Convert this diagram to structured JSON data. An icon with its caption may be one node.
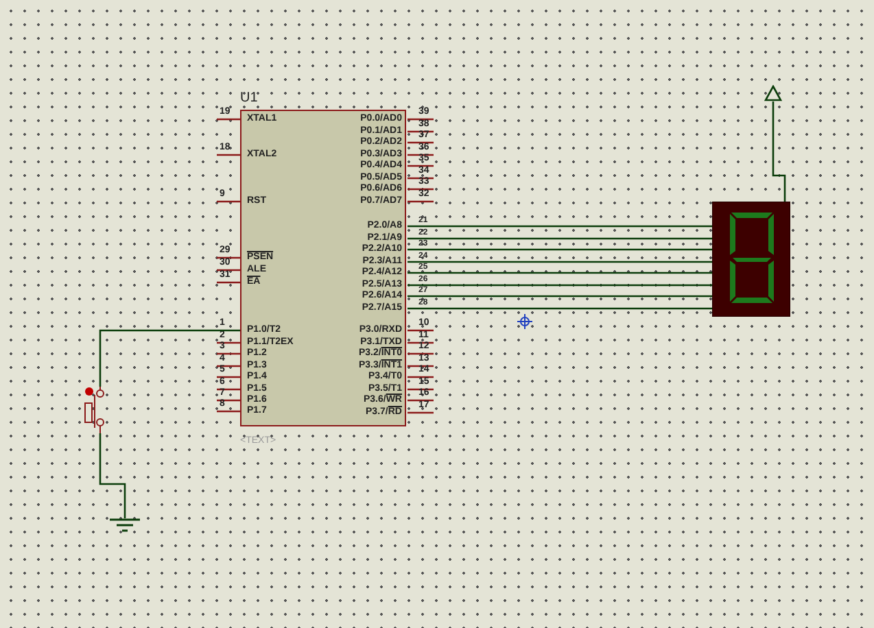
{
  "diagram": {
    "nodes": [
      {
        "text": [
          "U1"
        ]
      },
      {
        "text": [],
        "shape": "picture"
      },
      {
        "text": [],
        "shape": "picture"
      },
      {
        "text": [],
        "shape": "picture"
      },
      {
        "text": [],
        "shape": "picture"
      }
    ],
    "edges": [
      {
        "from": 0,
        "to": 1,
        "arrow": "none"
      },
      {
        "from": 0,
        "to": 1,
        "arrow": "none"
      },
      {
        "from": 0,
        "to": 1,
        "arrow": "none"
      },
      {
        "from": 0,
        "to": 1,
        "arrow": "none"
      },
      {
        "from": 0,
        "to": 1,
        "arrow": "none"
      },
      {
        "from": 0,
        "to": 1,
        "arrow": "none"
      },
      {
        "from": 0,
        "to": 1,
        "arrow": "none"
      },
      {
        "from": 0,
        "to": 1,
        "arrow": "none"
      },
      {
        "from": 0,
        "to": 2,
        "arrow": "none"
      },
      {
        "from": 2,
        "to": 3,
        "arrow": "none"
      },
      {
        "from": 1,
        "to": 4,
        "arrow": "none"
      }
    ],
    "labels": [
      "19",
      "XTAL1",
      "18",
      "XTAL2",
      "9",
      "RST",
      "29",
      "PSEN",
      "30",
      "ALE",
      "31",
      "EA",
      "1",
      "P1.0/T2",
      "2",
      "P1.1/T2EX",
      "3",
      "P1.2",
      "4",
      "P1.3",
      "5",
      "P1.4",
      "6",
      "P1.5",
      "7",
      "P1.6",
      "8",
      "P1.7",
      "P0.0/AD0",
      "39",
      "P0.1/AD1",
      "38",
      "P0.2/AD2",
      "37",
      "P0.3/AD3",
      "36",
      "P0.4/AD4",
      "35",
      "P0.5/AD5",
      "34",
      "P0.6/AD6",
      "33",
      "P0.7/AD7",
      "32",
      "P2.0/A8",
      "21",
      "P2.1/A9",
      "22",
      "P2.2/A10",
      "23",
      "P2.3/A11",
      "24",
      "P2.4/A12",
      "25",
      "P2.5/A13",
      "26",
      "P2.6/A14",
      "27",
      "P2.7/A15",
      "28",
      "P3.0/RXD",
      "10",
      "P3.1/TXD",
      "11",
      "P3.2/INT0",
      "12",
      "P3.3/INT1",
      "13",
      "P3.4/T0",
      "14",
      "P3.5/T1",
      "15",
      "P3.6/WR",
      "16",
      "P3.7/RD",
      "17",
      "<TEXT>"
    ]
  }
}
